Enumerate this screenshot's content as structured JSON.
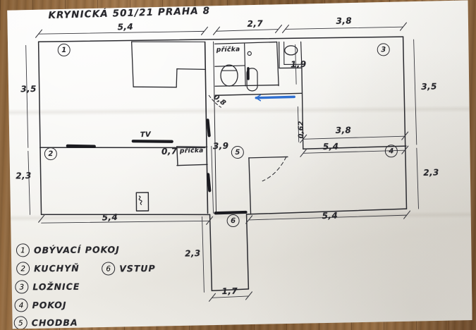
{
  "sheet": {
    "title": "KRYNICKÁ 501/21  PRAHA 8",
    "medium": "hand-drawn floor plan on white paper, photographed on a wooden desk"
  },
  "dimensions": {
    "top_left": "5,4",
    "top_mid": "2,7",
    "top_right": "3,8",
    "left_upper": "3,5",
    "left_lower": "2,3",
    "right_upper": "3,5",
    "right_lower": "2,3",
    "bottom_left": "5,4",
    "bottom_right": "5,4",
    "bottom_center_width": "1,7",
    "bottom_center_height": "2,3",
    "inner_right_upper": "3,8",
    "inner_right_lower": "5,4",
    "inner_bath_height": "1,9",
    "inner_hall_width": "0,7",
    "inner_hall_height": "3,9",
    "inner_small_door": "0,8",
    "inner_vertical_062": "0,62"
  },
  "annotations": {
    "tv": "TV",
    "partition_top": "příčka",
    "partition_mid": "příčka"
  },
  "room_markers": [
    {
      "n": "1"
    },
    {
      "n": "2"
    },
    {
      "n": "3"
    },
    {
      "n": "4"
    },
    {
      "n": "5"
    },
    {
      "n": "6"
    }
  ],
  "legend": {
    "items": [
      {
        "num": "1",
        "label": "OBÝVACÍ POKOJ"
      },
      {
        "num": "2",
        "label": "KUCHYŇ"
      },
      {
        "num": "3",
        "label": "LOŽNICE"
      },
      {
        "num": "4",
        "label": "POKOJ"
      },
      {
        "num": "5",
        "label": "CHODBA"
      },
      {
        "num": "6",
        "label": "VSTUP"
      }
    ]
  },
  "colors": {
    "ink": "#26262b",
    "highlight": "#2f6fd0",
    "paper": "#f6f5f1",
    "desk": "#8a6238"
  }
}
